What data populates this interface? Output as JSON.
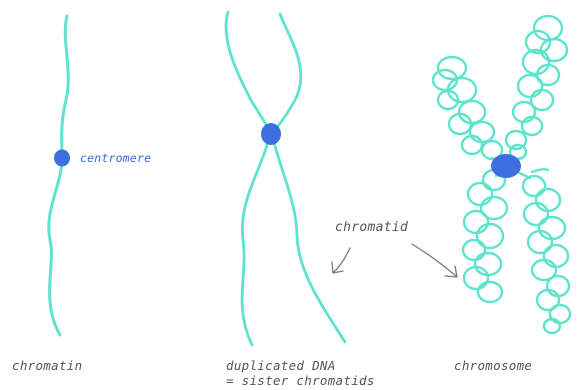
{
  "labels": {
    "centromere": "centromere",
    "chromatid": "chromatid"
  },
  "captions": {
    "chromatin": "chromatin",
    "duplicated_line1": "duplicated DNA",
    "duplicated_line2": "= sister chromatids",
    "chromosome": "chromosome"
  },
  "colors": {
    "strand": "#5ee3cd",
    "centromere": "#3d6fe0",
    "label_blue": "#3a6ad8",
    "text_dark": "#555555",
    "arrow": "#7a7a7a"
  }
}
